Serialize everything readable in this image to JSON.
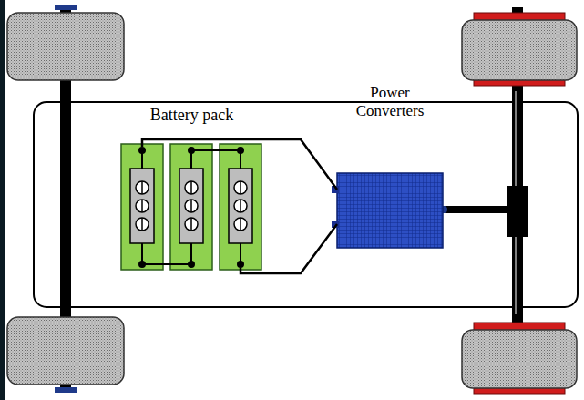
{
  "diagram": {
    "nodes": [
      {
        "text": [
          "Battery pack"
        ]
      },
      {
        "text": [
          "Power Converters"
        ]
      }
    ],
    "edges": [
      {
        "from": 0,
        "to": 1,
        "arrow": "none"
      },
      {
        "from": 0,
        "to": 1,
        "arrow": "none"
      }
    ]
  }
}
